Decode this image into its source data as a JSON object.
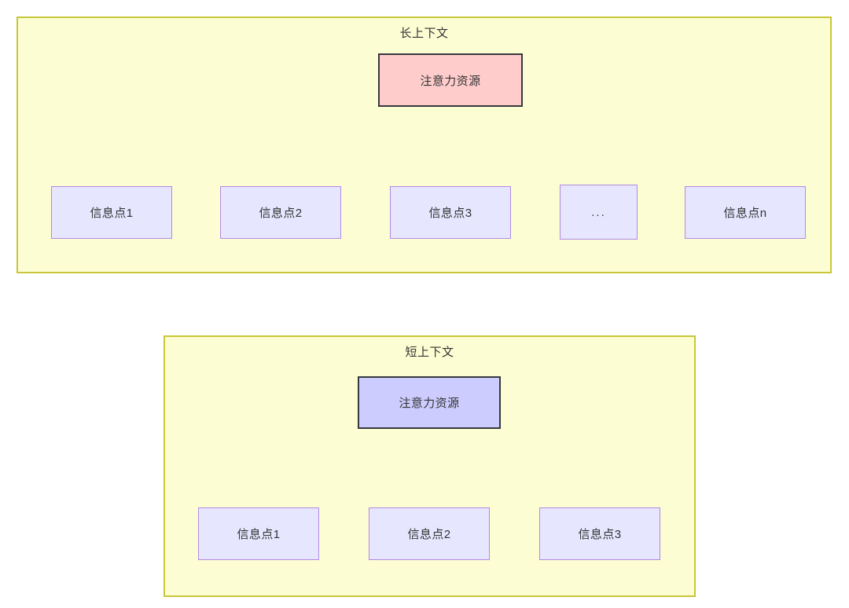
{
  "diagram": {
    "type": "flowchart",
    "sections": [
      {
        "id": "long-context",
        "title": "长上下文",
        "root": {
          "label": "注意力资源",
          "fill": "#ffcccc",
          "stroke": "#36393d"
        },
        "leaves": [
          {
            "label": "信息点1"
          },
          {
            "label": "信息点2"
          },
          {
            "label": "信息点3"
          },
          {
            "label": "..."
          },
          {
            "label": "信息点n"
          }
        ],
        "container_fill": "#fdfdd4",
        "container_stroke": "#c7c739"
      },
      {
        "id": "short-context",
        "title": "短上下文",
        "root": {
          "label": "注意力资源",
          "fill": "#ccccff",
          "stroke": "#36393d"
        },
        "leaves": [
          {
            "label": "信息点1"
          },
          {
            "label": "信息点2"
          },
          {
            "label": "信息点3"
          }
        ],
        "container_fill": "#fdfdd4",
        "container_stroke": "#c7c739"
      }
    ],
    "colors": {
      "leaf_fill": "#e6e6ff",
      "leaf_stroke": "#b18ae0",
      "edge": "#36393d",
      "text": "#333333",
      "page_background": "#ffffff"
    }
  }
}
